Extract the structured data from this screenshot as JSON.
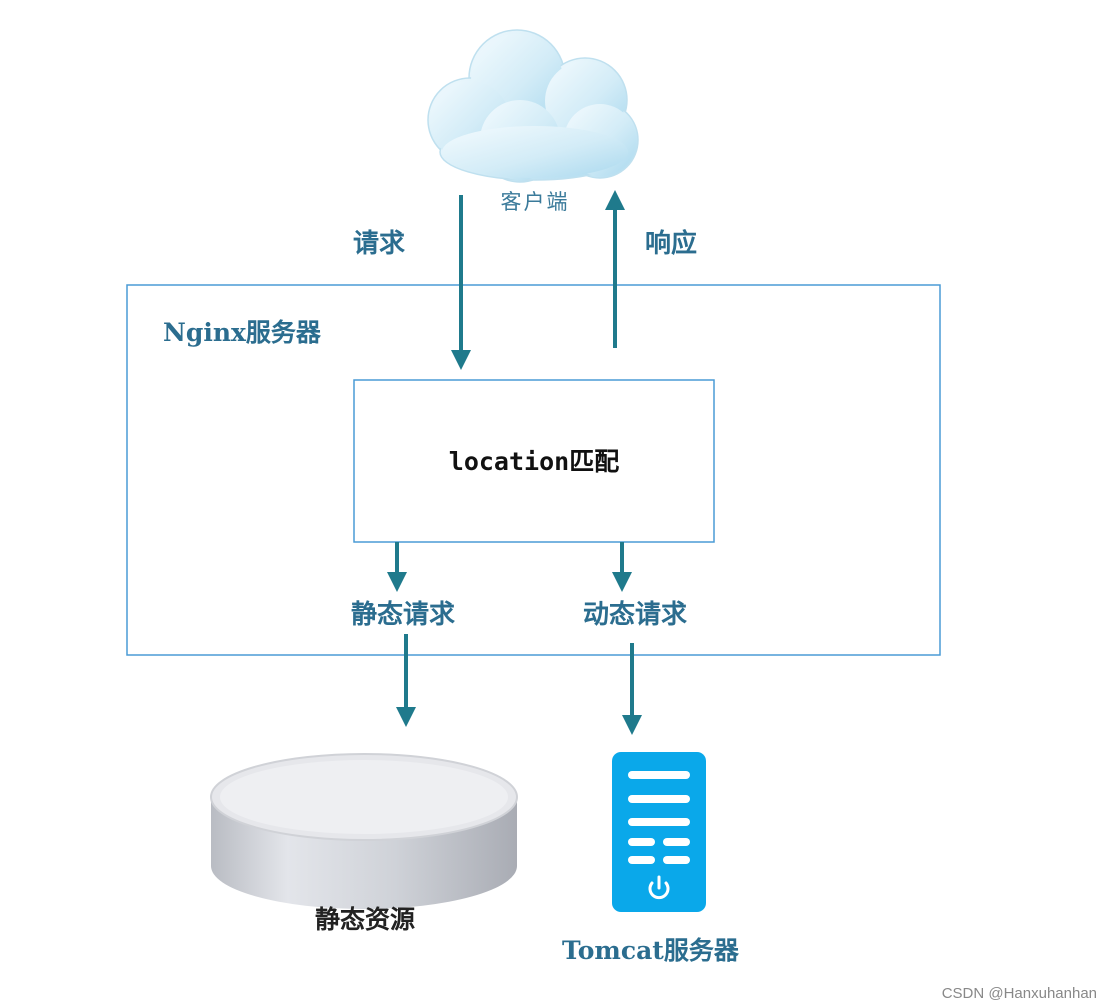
{
  "client": {
    "label": "客户端"
  },
  "arrows": {
    "request_label": "请求",
    "response_label": "响应"
  },
  "nginx": {
    "title": "Nginx服务器",
    "location_label": "location匹配",
    "static_request": "静态请求",
    "dynamic_request": "动态请求"
  },
  "backends": {
    "static_resource": "静态资源",
    "tomcat": "Tomcat服务器"
  },
  "watermark": "CSDN @Hanxuhanhan",
  "colors": {
    "arrow": "#1f7a8c",
    "box_border": "#4a9bd6",
    "server": "#0aa8ea",
    "cloud": "#bfe3f3",
    "label": "#2b6d8f"
  }
}
